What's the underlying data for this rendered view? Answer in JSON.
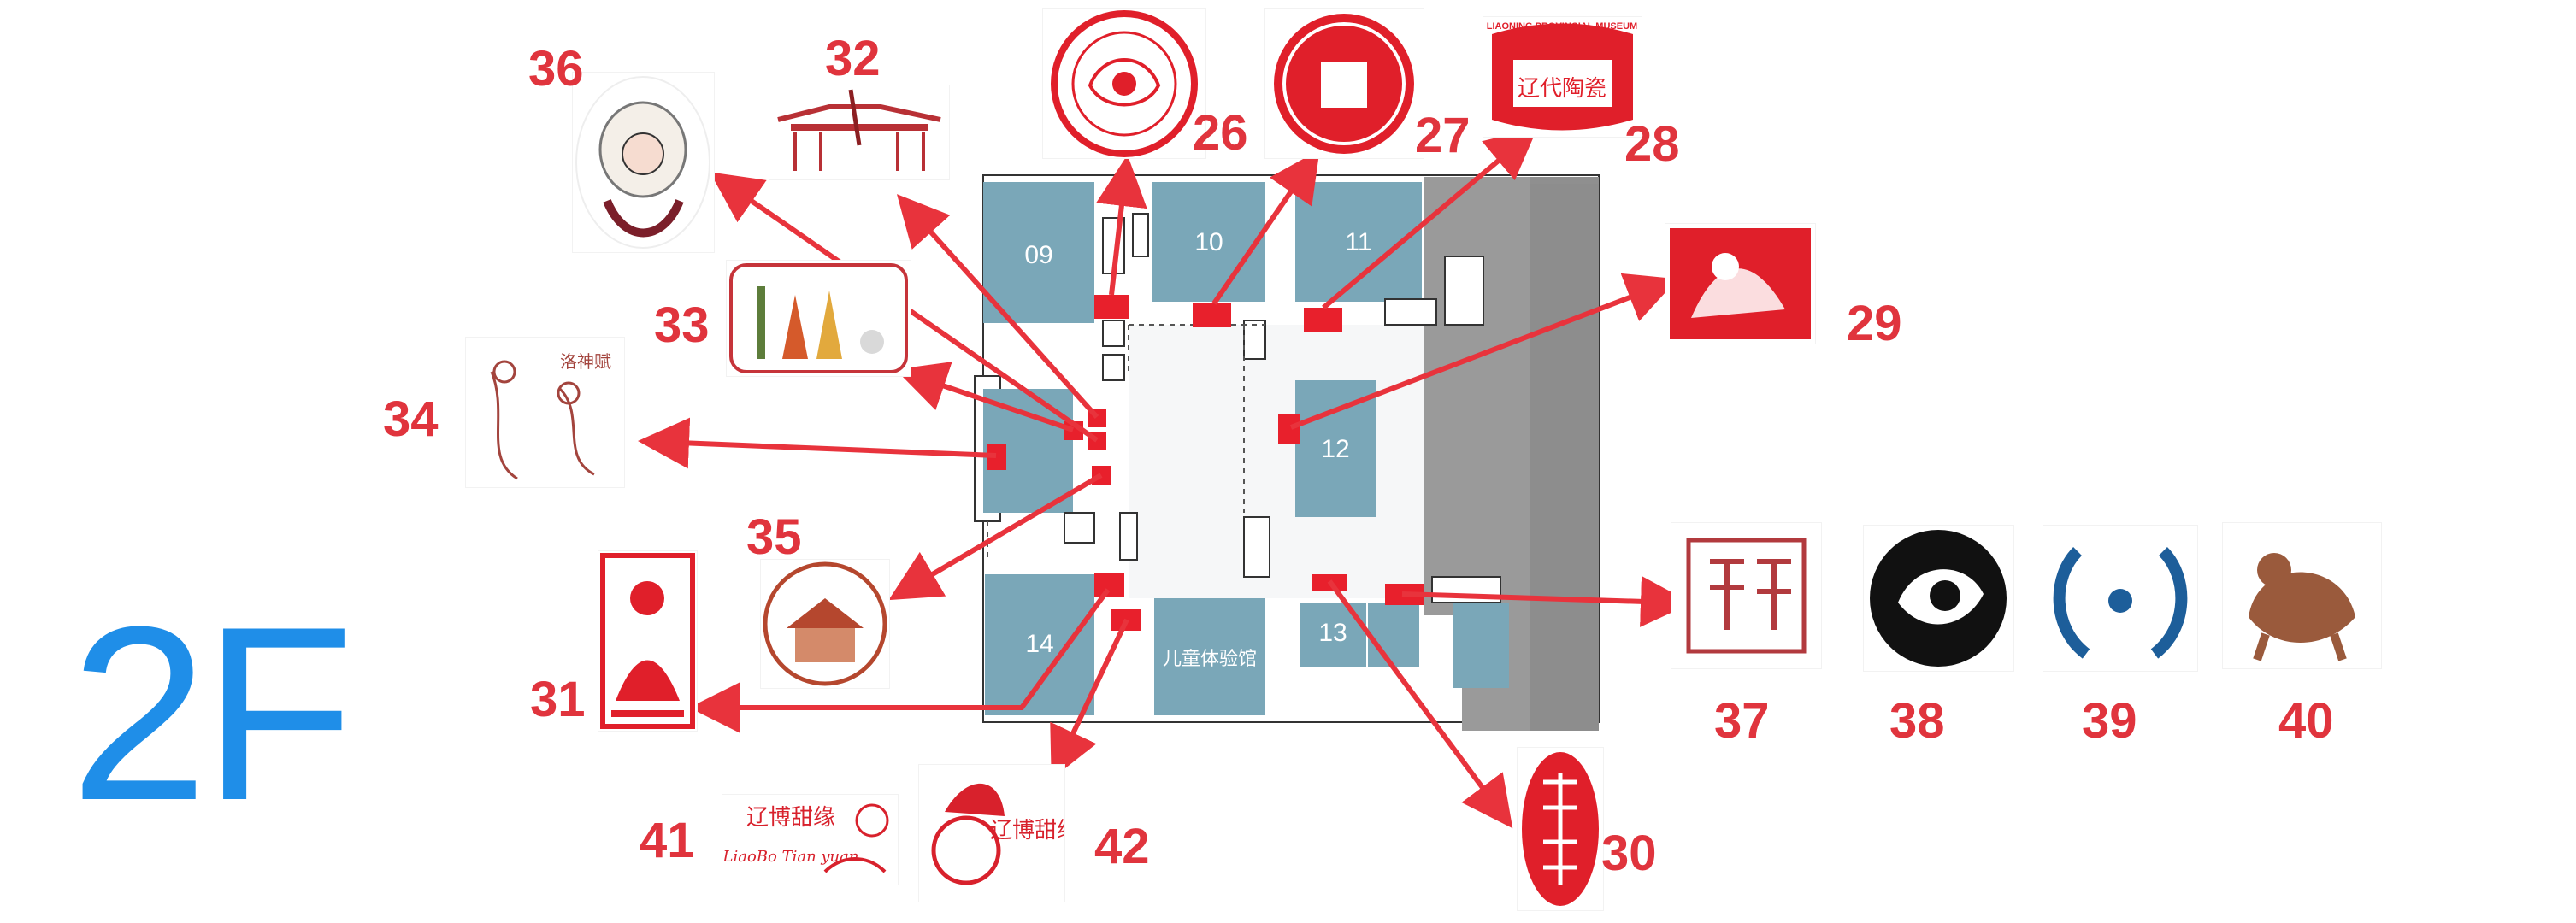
{
  "floor": "2F",
  "rooms": [
    {
      "id": "09",
      "label": "09"
    },
    {
      "id": "10",
      "label": "10"
    },
    {
      "id": "11",
      "label": "11"
    },
    {
      "id": "12",
      "label": "12"
    },
    {
      "id": "13",
      "label": "13"
    },
    {
      "id": "14",
      "label": "14"
    },
    {
      "id": "kids",
      "label": "儿童体验馆"
    }
  ],
  "stamps": [
    {
      "number": "26",
      "kind": "round seal with dragon"
    },
    {
      "number": "27",
      "kind": "round coin seal"
    },
    {
      "number": "28",
      "kind": "Liaoning Provincial Museum seal",
      "text": "LIAONING PROVINCIAL MUSEUM",
      "sub": "辽代陶瓷"
    },
    {
      "number": "29",
      "kind": "red square woodcut seal"
    },
    {
      "number": "30",
      "kind": "oval seal script seal"
    },
    {
      "number": "31",
      "kind": "seated buddha seal"
    },
    {
      "number": "32",
      "kind": "palace gate illustration"
    },
    {
      "number": "33",
      "kind": "ladies painting illustration"
    },
    {
      "number": "34",
      "kind": "Luo Shen Fu illustration",
      "text": "洛神赋"
    },
    {
      "number": "35",
      "kind": "round pavilion illustration"
    },
    {
      "number": "36",
      "kind": "Peking opera figure illustration"
    },
    {
      "number": "37",
      "kind": "square seal script seal"
    },
    {
      "number": "38",
      "kind": "black round animal seal"
    },
    {
      "number": "39",
      "kind": "blue twin dragon seal"
    },
    {
      "number": "40",
      "kind": "bronze beast seal"
    },
    {
      "number": "41",
      "kind": "Liao Bo Tian Yuan logo",
      "text": "辽博甜缘",
      "sub": "LiaoBo Tian yuan"
    },
    {
      "number": "42",
      "kind": "Liao Bo Tian Yuan character logo",
      "text": "辽博甜缘"
    }
  ],
  "colors": {
    "accent": "#e0343d",
    "floor_label": "#1f8ee8",
    "room_fill": "#7aa7b8",
    "wall": "#9a9a9a"
  }
}
